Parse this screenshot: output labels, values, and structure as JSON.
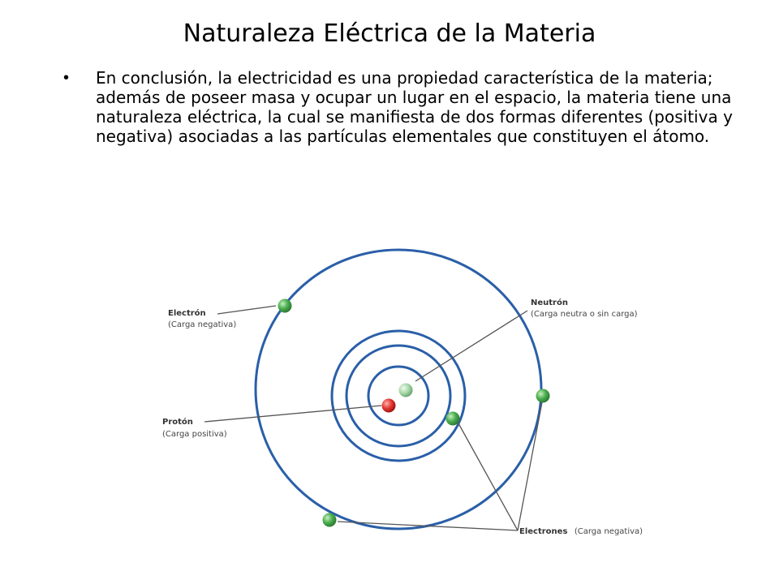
{
  "slide": {
    "title": "Naturaleza Eléctrica de la Materia",
    "bullet": "•",
    "body_text": "En conclusión, la electricidad es una propiedad característica de la materia; además de poseer masa y ocupar un lugar en el espacio, la materia tiene una naturaleza eléctrica, la cual se manifiesta de dos formas diferentes (positiva y negativa) asociadas a las partículas elementales que constituyen el átomo."
  },
  "diagram": {
    "labels": {
      "electron_title": "Electrón",
      "electron_sub": "(Carga negativa)",
      "neutron_title": "Neutrón",
      "neutron_sub": "(Carga neutra o sin carga)",
      "proton_title": "Protón",
      "proton_sub": "(Carga positiva)",
      "electrons_title": "Electrones",
      "electrons_sub": "(Carga negativa)"
    },
    "colors": {
      "orbit": "#2a5fa8",
      "electron": "#4caf50",
      "proton": "#e53935",
      "neutron": "#a5d6a7",
      "leader": "#555555"
    }
  }
}
